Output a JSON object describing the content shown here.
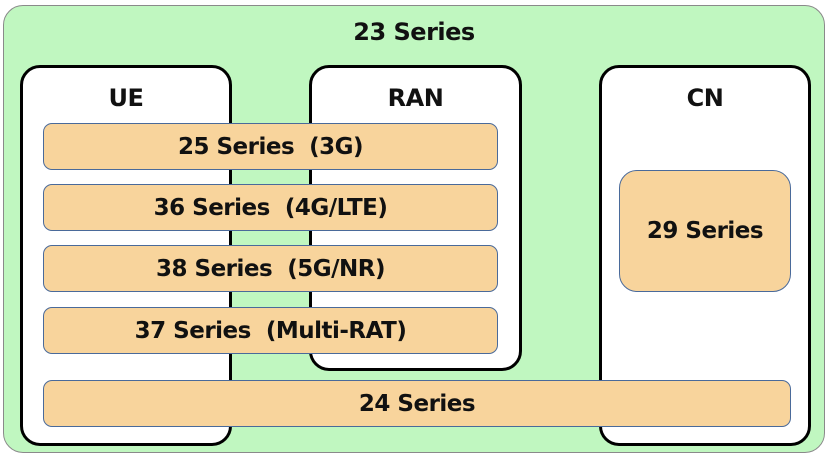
{
  "diagram": {
    "title": "23 Series",
    "groups": [
      {
        "label": "UE"
      },
      {
        "label": "RAN"
      },
      {
        "label": "CN"
      }
    ],
    "spanning_bars": [
      {
        "label": "25 Series  (3G)"
      },
      {
        "label": "36 Series  (4G/LTE)"
      },
      {
        "label": "38 Series  (5G/NR)"
      },
      {
        "label": "37 Series  (Multi-RAT)"
      }
    ],
    "cn_box": {
      "label": "29 Series"
    },
    "bottom_bar": {
      "label": "24 Series"
    },
    "colors": {
      "outer_background": "#c0f7c0",
      "group_background": "#ffffff",
      "bar_fill": "#f8d49c",
      "bar_border": "#4a6a9a"
    }
  }
}
